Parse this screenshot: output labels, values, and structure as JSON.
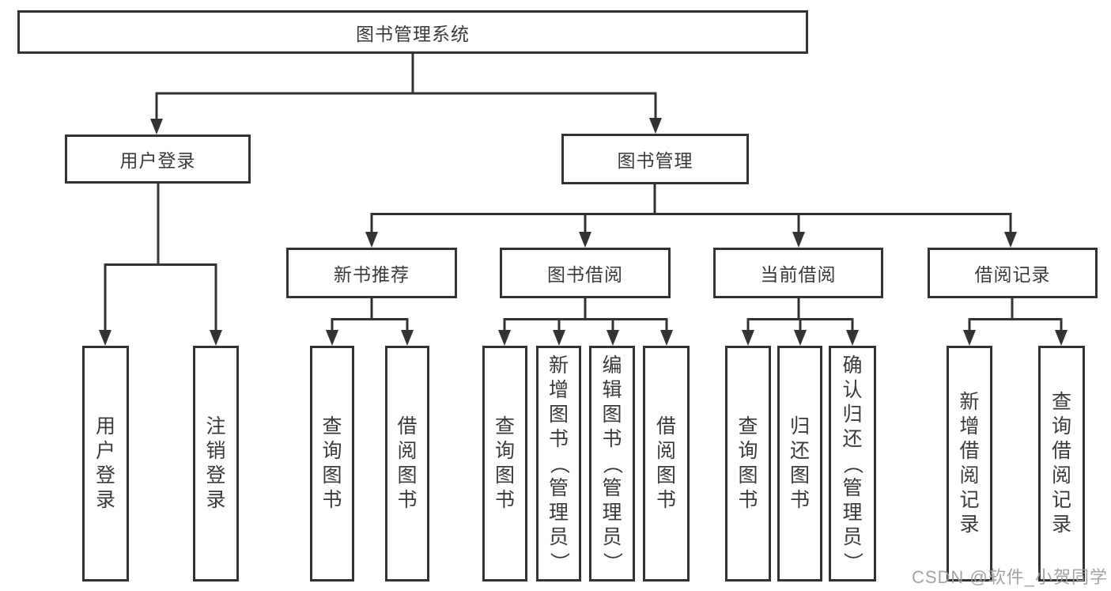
{
  "tree": {
    "label": "图书管理系统",
    "children": [
      {
        "label": "用户登录",
        "children": [
          {
            "label": "用户登录"
          },
          {
            "label": "注销登录"
          }
        ]
      },
      {
        "label": "图书管理",
        "children": [
          {
            "label": "新书推荐",
            "children": [
              {
                "label": "查询图书"
              },
              {
                "label": "借阅图书"
              }
            ]
          },
          {
            "label": "图书借阅",
            "children": [
              {
                "label": "查询图书"
              },
              {
                "label": "新增图书（管理员）"
              },
              {
                "label": "编辑图书（管理员）"
              },
              {
                "label": "借阅图书"
              }
            ]
          },
          {
            "label": "当前借阅",
            "children": [
              {
                "label": "查询图书"
              },
              {
                "label": "归还图书"
              },
              {
                "label": "确认归还（管理员）"
              }
            ]
          },
          {
            "label": "借阅记录",
            "children": [
              {
                "label": "新增借阅记录"
              },
              {
                "label": "查询借阅记录"
              }
            ]
          }
        ]
      }
    ]
  },
  "watermark": {
    "text": "CSDN @软件_小贺同学"
  },
  "colors": {
    "line": "#333333",
    "box_border": "#333333",
    "text": "#3a3a3a",
    "background": "#ffffff",
    "watermark": "#9b9b9b"
  }
}
